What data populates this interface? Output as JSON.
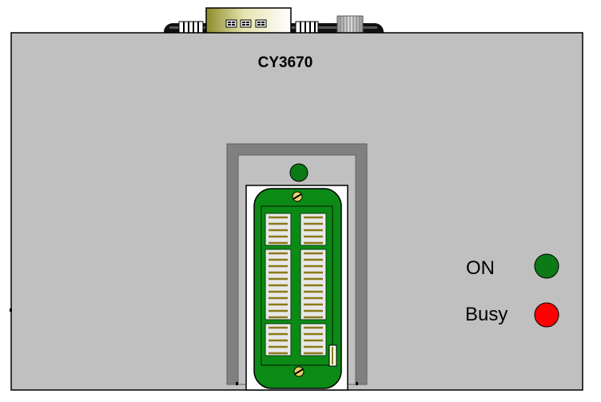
{
  "device": {
    "model_label": "CY3670"
  },
  "indicators": [
    {
      "label": "ON",
      "color": "#0c7a16"
    },
    {
      "label": "Busy",
      "color": "#ff0000"
    }
  ],
  "colors": {
    "body": "#c0c0c0",
    "frame": "#808080",
    "board": "#0c8a16",
    "socket_pin": "#8a7a1a",
    "connector_shell": "#fbfbe6",
    "cable": "#111111"
  }
}
